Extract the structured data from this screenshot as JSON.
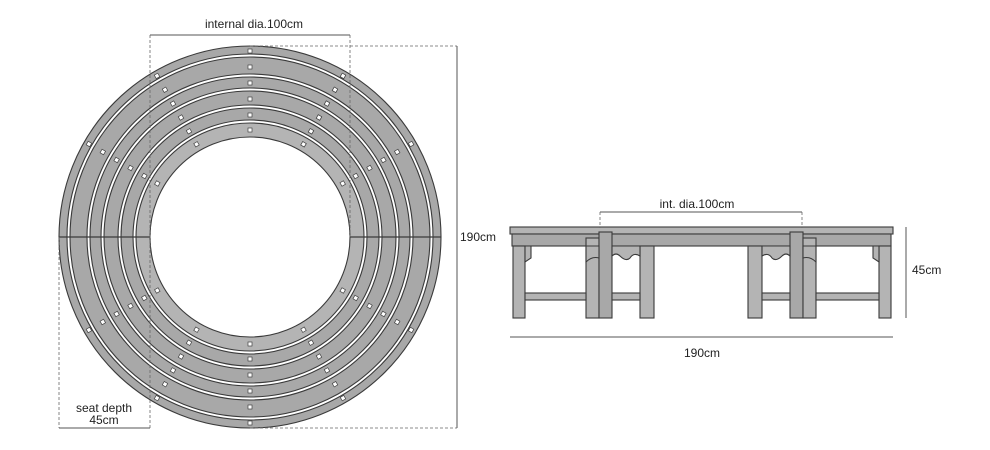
{
  "top_view": {
    "internal_dia_label": "internal dia.100cm",
    "height_label": "190cm",
    "seat_depth_label_line1": "seat depth",
    "seat_depth_label_line2": "45cm"
  },
  "side_view": {
    "internal_dia_label": "int. dia.100cm",
    "height_label": "45cm",
    "width_label": "190cm"
  }
}
